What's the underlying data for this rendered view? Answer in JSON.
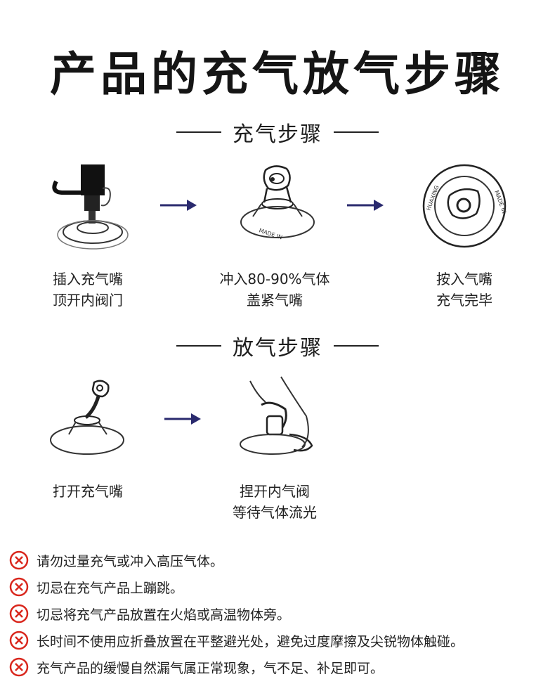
{
  "title": "产品的充气放气步骤",
  "inflate": {
    "heading": "充气步骤",
    "steps": [
      {
        "line1": "插入充气嘴",
        "line2": "顶开内阀门",
        "icon": "pump-nozzle-icon"
      },
      {
        "line1": "冲入80-90%气体",
        "line2": "盖紧气嘴",
        "icon": "valve-cap-icon"
      },
      {
        "line1": "按入气嘴",
        "line2": "充气完毕",
        "icon": "pressed-valve-icon"
      }
    ]
  },
  "deflate": {
    "heading": "放气步骤",
    "steps": [
      {
        "line1": "打开充气嘴",
        "line2": "",
        "icon": "open-valve-icon"
      },
      {
        "line1": "捏开内气阀",
        "line2": "等待气体流光",
        "icon": "pinch-valve-icon"
      }
    ]
  },
  "valve_ring_text": "MADE IN",
  "valve_ring_text2": "HUAXING",
  "warnings": [
    "请勿过量充气或冲入高压气体。",
    "切忌在充气产品上蹦跳。",
    "切忌将充气产品放置在火焰或高温物体旁。",
    "长时间不使用应折叠放置在平整避光处，避免过度摩擦及尖锐物体触碰。",
    "充气产品的缓慢自然漏气属正常现象，气不足、补足即可。"
  ],
  "colors": {
    "arrow": "#2a2a6e",
    "warning": "#d9261c",
    "text": "#222222"
  }
}
